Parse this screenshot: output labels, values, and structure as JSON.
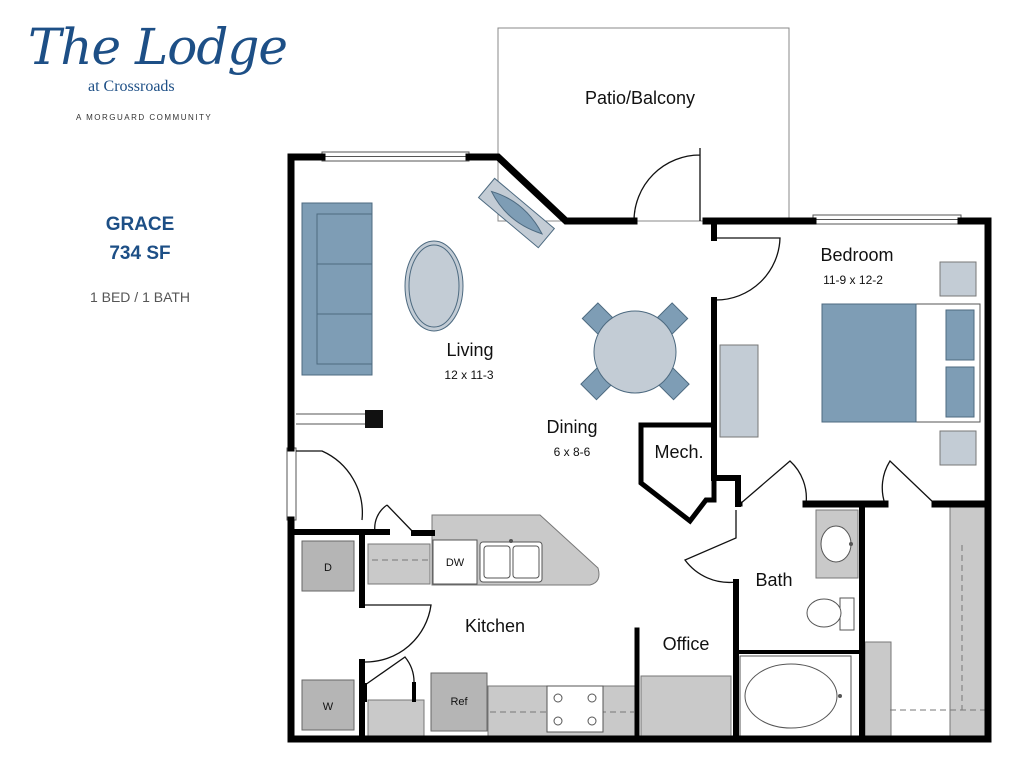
{
  "branding": {
    "title": "The Lodge",
    "subtitle": "at Crossroads",
    "tagline": "A MORGUARD COMMUNITY"
  },
  "plan": {
    "name": "GRACE",
    "area": "734 SF",
    "beds_baths": "1 BED / 1 BATH"
  },
  "rooms": {
    "patio": "Patio/Balcony",
    "bedroom": "Bedroom",
    "bedroom_dims": "11-9 x 12-2",
    "living": "Living",
    "living_dims": "12 x 11-3",
    "dining": "Dining",
    "dining_dims": "6 x 8-6",
    "mech": "Mech.",
    "bath": "Bath",
    "kitchen": "Kitchen",
    "office": "Office"
  },
  "appliances": {
    "dryer": "D",
    "washer": "W",
    "dishwasher": "DW",
    "fridge": "Ref"
  },
  "colors": {
    "brand": "#1d4f86",
    "furniture": "#7e9db5",
    "furniture_light": "#c3ccd5",
    "appliance": "#b5b5b5",
    "wall": "#000000"
  }
}
